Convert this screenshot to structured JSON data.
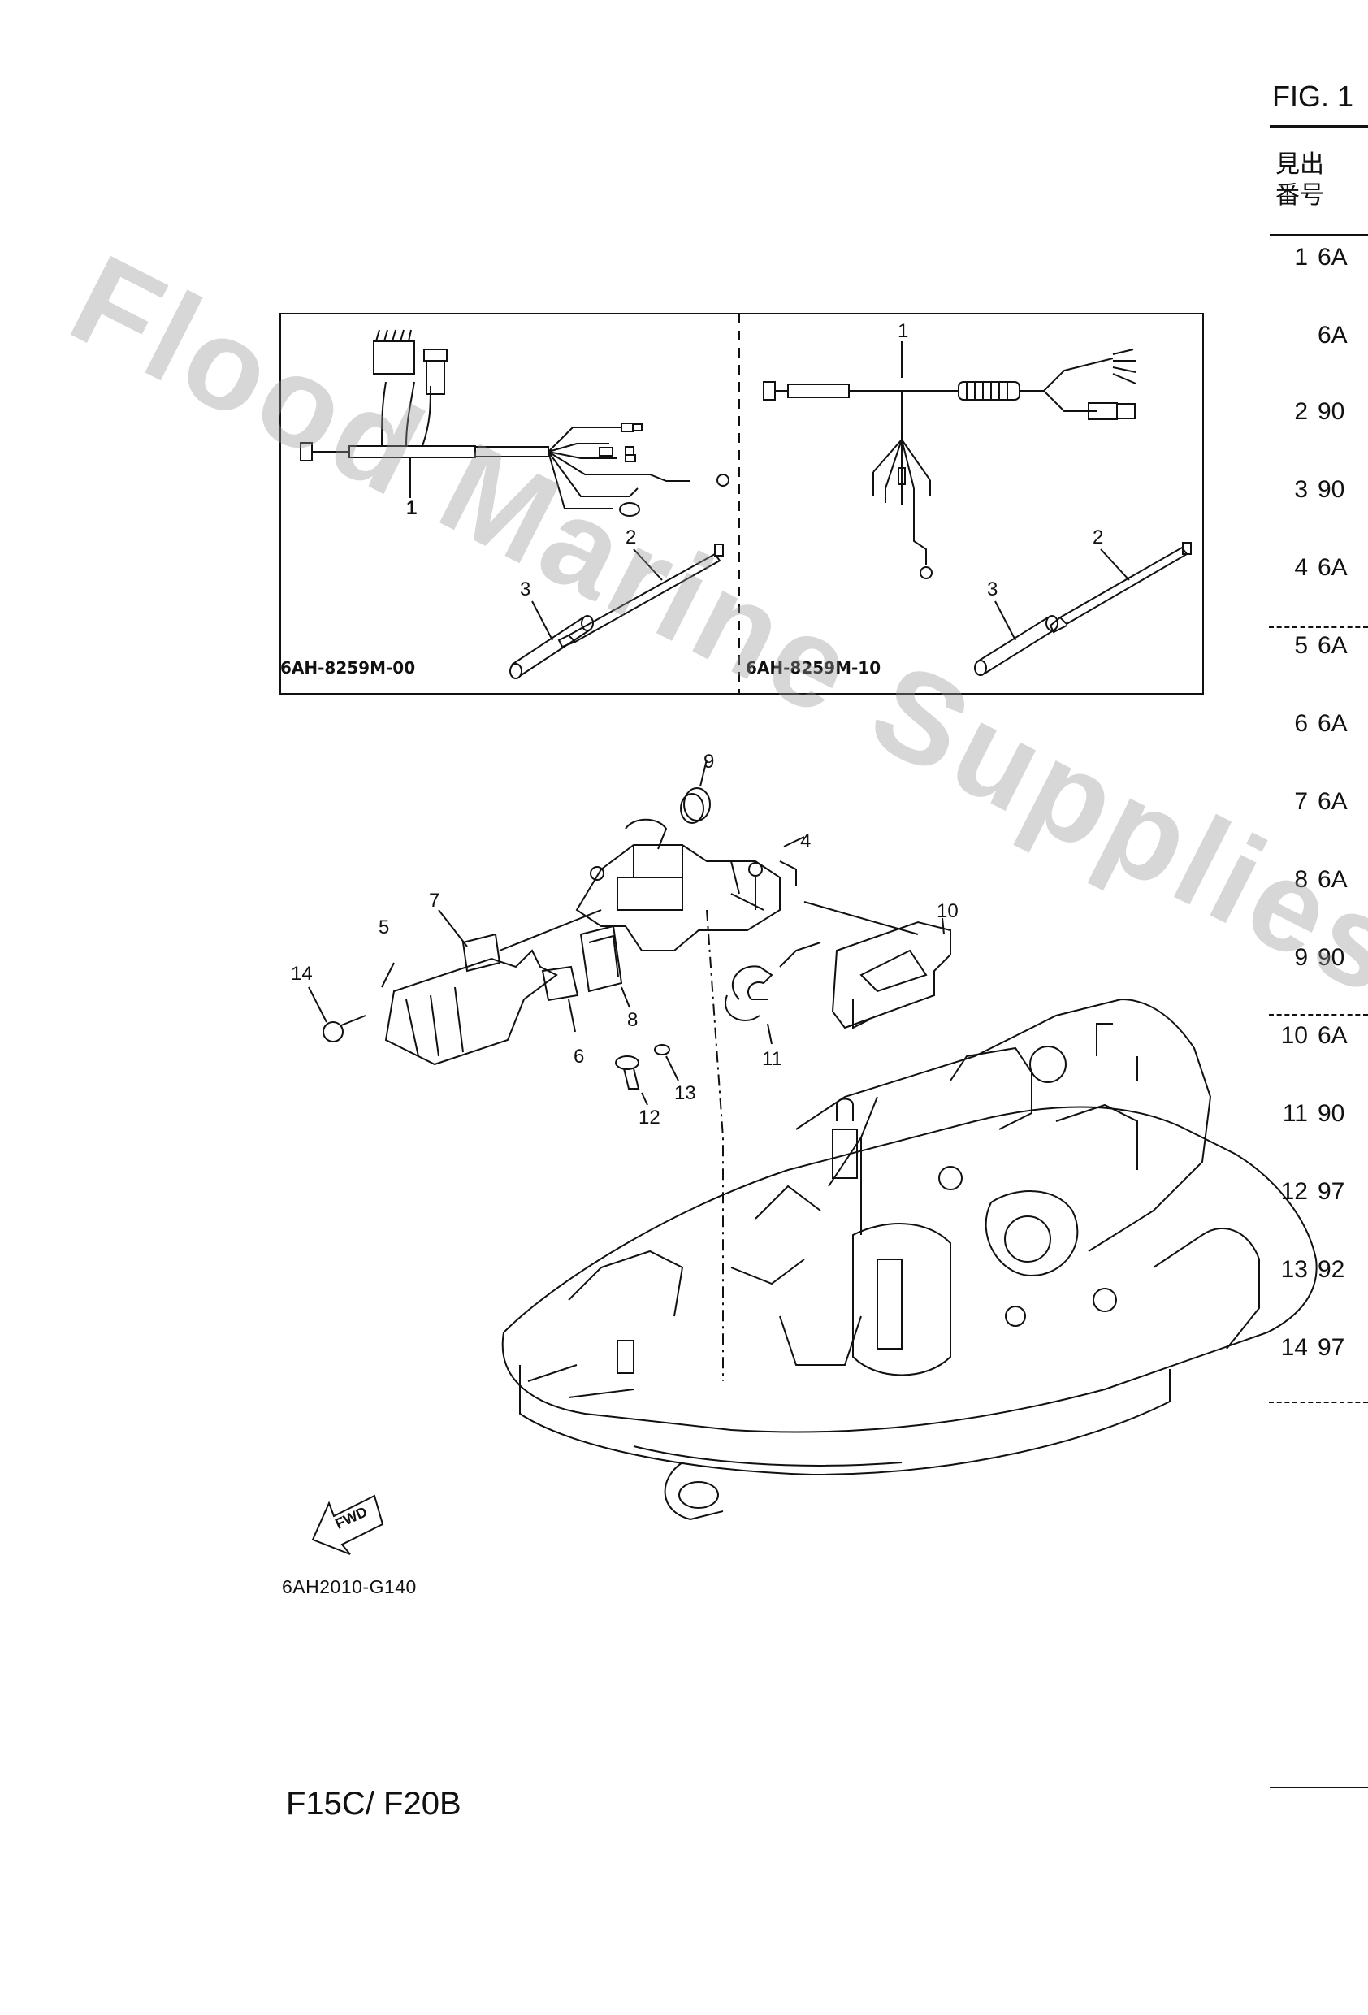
{
  "figure": {
    "title": "FIG. 1"
  },
  "table": {
    "col_header": "見出\n番号",
    "rows": [
      {
        "no": "1",
        "part": "6A"
      },
      {
        "no": "",
        "part": "6A"
      },
      {
        "no": "2",
        "part": "90"
      },
      {
        "no": "3",
        "part": "90"
      },
      {
        "no": "4",
        "part": "6A"
      },
      {
        "no": "5",
        "part": "6A"
      },
      {
        "no": "6",
        "part": "6A"
      },
      {
        "no": "7",
        "part": "6A"
      },
      {
        "no": "8",
        "part": "6A"
      },
      {
        "no": "9",
        "part": "90"
      },
      {
        "no": "10",
        "part": "6A"
      },
      {
        "no": "11",
        "part": "90"
      },
      {
        "no": "12",
        "part": "97"
      },
      {
        "no": "13",
        "part": "92"
      },
      {
        "no": "14",
        "part": "97"
      }
    ]
  },
  "inset": {
    "left_code": "6AH-8259M-00",
    "right_code": "6AH-8259M-10",
    "left_callouts": [
      "1",
      "2",
      "3"
    ],
    "right_callouts": [
      "1",
      "2",
      "3"
    ]
  },
  "callouts": [
    "9",
    "4",
    "7",
    "5",
    "14",
    "10",
    "8",
    "6",
    "11",
    "13",
    "12"
  ],
  "fwd_label": "FWD",
  "figure_code": "6AH2010-G140",
  "model": "F15C/ F20B",
  "watermark": "Flood Marine Supplies",
  "colors": {
    "line": "#111111",
    "watermark": "#9a9a9a",
    "background": "#ffffff"
  }
}
